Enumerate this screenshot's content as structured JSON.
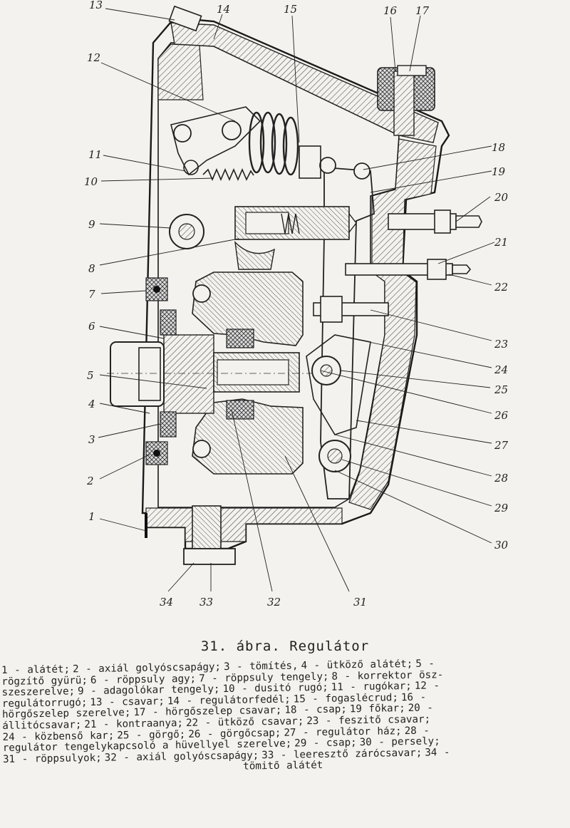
{
  "figure": {
    "caption": "31. ábra. Regulátor",
    "callouts": [
      "1",
      "2",
      "3",
      "4",
      "5",
      "6",
      "7",
      "8",
      "9",
      "10",
      "11",
      "12",
      "13",
      "14",
      "15",
      "16",
      "17",
      "18",
      "19",
      "20",
      "21",
      "22",
      "23",
      "24",
      "25",
      "26",
      "27",
      "28",
      "29",
      "30",
      "31",
      "32",
      "33",
      "34"
    ]
  },
  "legend": {
    "lines": [
      [
        "1 - alátét;",
        "2 - axiál golyóscsapágy;",
        "3 - tömítés,",
        "4 - ütköző alátét;",
        "5 -"
      ],
      [
        "rögzítő gyürü;",
        "6 - röppsuly agy;",
        "7 - röppsuly tengely;",
        "8 - korrektor ösz-"
      ],
      [
        "szeszerelve;",
        "9 - adagolókar tengely;",
        "10 - dusitó rugó;",
        "11 - rugókar;",
        "12 -"
      ],
      [
        "regulátorrugó;",
        "13 - csavar;",
        "14 - regulátorfedél;",
        "15 - fogaslécrud;",
        "16 -"
      ],
      [
        "hörgőszelep szerelve;",
        "17 - hörgőszelep csavar;",
        "18 - csap;",
        "19 főkar;",
        "20 -"
      ],
      [
        "állitócsavar;",
        "21 - kontraanya;",
        "22 - ütköző csavar;",
        "23 - feszitő csavar;"
      ],
      [
        "24 - közbenső kar;",
        "25 - görgő;",
        "26 - görgőcsap;",
        "27 - regulátor ház;",
        "28 -"
      ],
      [
        "regulátor tengelykapcsoló a hüvellyel szerelve;",
        "29 - csap;",
        "30 - persely;"
      ],
      [
        "31 - röppsulyok;",
        "32 - axiál golyóscsapágy;",
        "33 - leeresztő zárócsavar;",
        "34 -"
      ],
      [
        "tömitő alátét"
      ]
    ]
  }
}
